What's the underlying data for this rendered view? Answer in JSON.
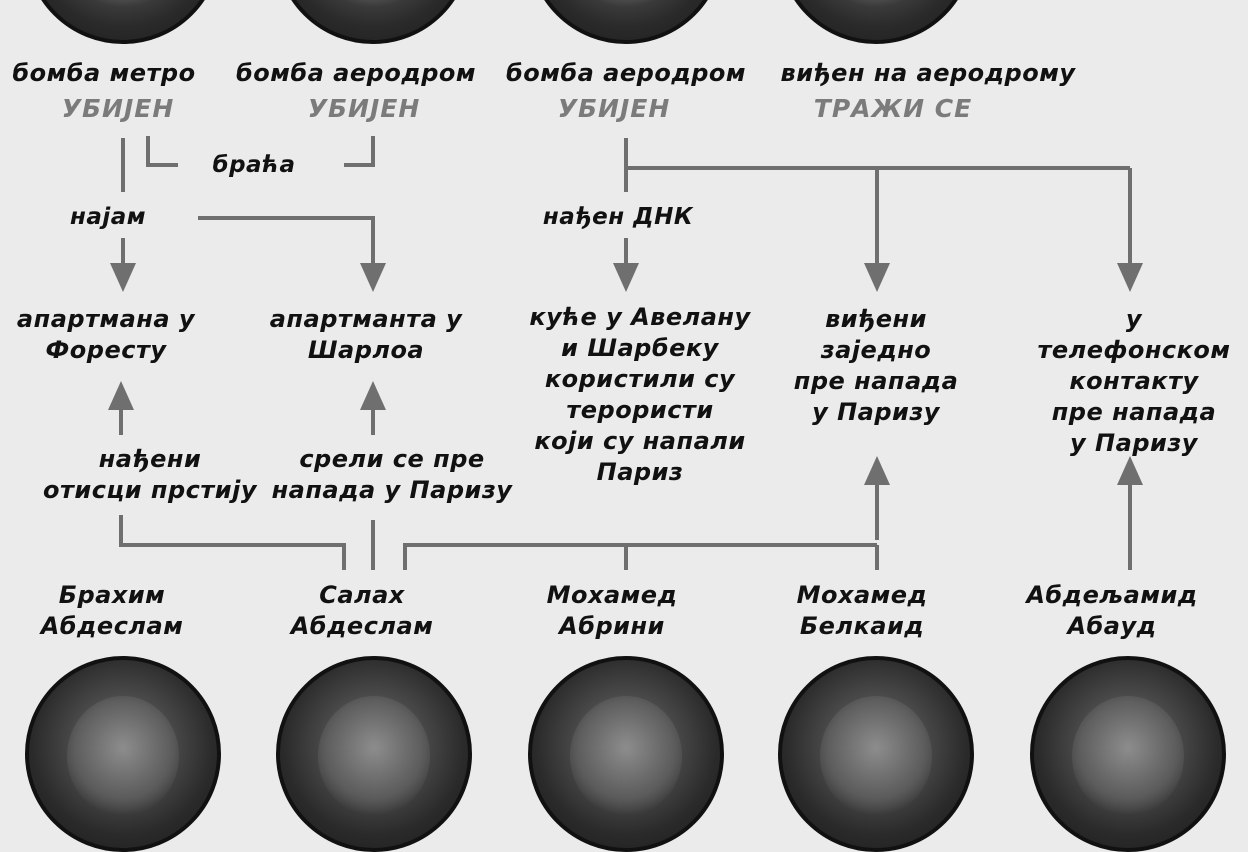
{
  "top_people": [
    {
      "event": "бомба метро",
      "status": "УБИЈЕН"
    },
    {
      "event": "бомба аеродром",
      "status": "УБИЈЕН"
    },
    {
      "event": "бомба аеродром",
      "status": "УБИЈЕН"
    },
    {
      "event": "виђен на аеродрому",
      "status": "ТРАЖИ СЕ"
    }
  ],
  "relations": {
    "brothers": "браћа",
    "rent": "најам",
    "dna_found": "нађен ДНК",
    "fingerprints": "нађени\nотисци прстију",
    "met_before": "срели се пре\nнапада у Паризу"
  },
  "findings": {
    "forest": "апартмана у\nФоресту",
    "charleroi": "апартманта у\nШарлоа",
    "houses": "куће у Авелану\nи Шарбеку\nкористили су\nтерористи\nкоји су напали\nПариз",
    "seen_together": "виђени\nзаједно\nпре напада\nу Паризу",
    "phone_contact": "у телефонском\nконтакту\nпре напада\nу Паризу"
  },
  "bottom_people": [
    {
      "name": "Брахим\nАбдеслам"
    },
    {
      "name": "Салах\nАбдеслам"
    },
    {
      "name": "Мохамед\nАбрини"
    },
    {
      "name": "Мохамед\nБелкаид"
    },
    {
      "name": "Абдељамид\nАбауд"
    }
  ],
  "colors": {
    "line": "#6f6f6f",
    "text": "#111111",
    "status": "#7b7b7b"
  }
}
